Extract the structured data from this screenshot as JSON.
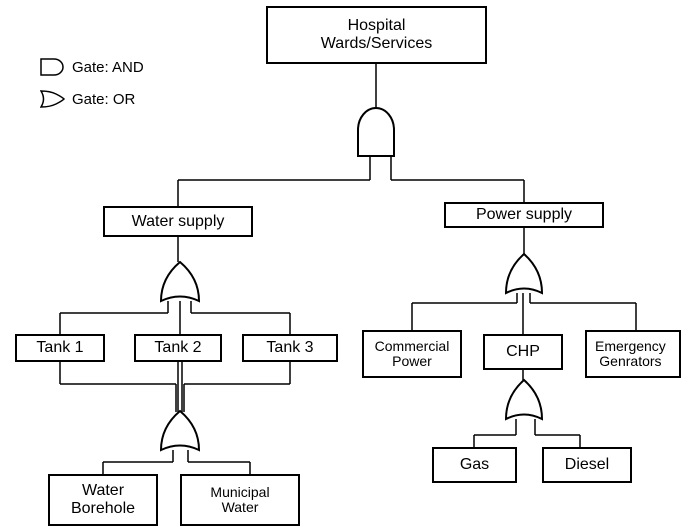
{
  "legend": {
    "and_label": "Gate: AND",
    "or_label": "Gate: OR"
  },
  "nodes": {
    "hospital": "Hospital\nWards/Services",
    "water_supply": "Water supply",
    "power_supply": "Power supply",
    "tank1": "Tank 1",
    "tank2": "Tank 2",
    "tank3": "Tank 3",
    "commercial_power": "Commercial\nPower",
    "chp": "CHP",
    "emergency_generators": "Emergency\nGenrators",
    "gas": "Gas",
    "diesel": "Diesel",
    "water_borehole": "Water\nBorehole",
    "municipal_water": "Municipal\nWater"
  }
}
